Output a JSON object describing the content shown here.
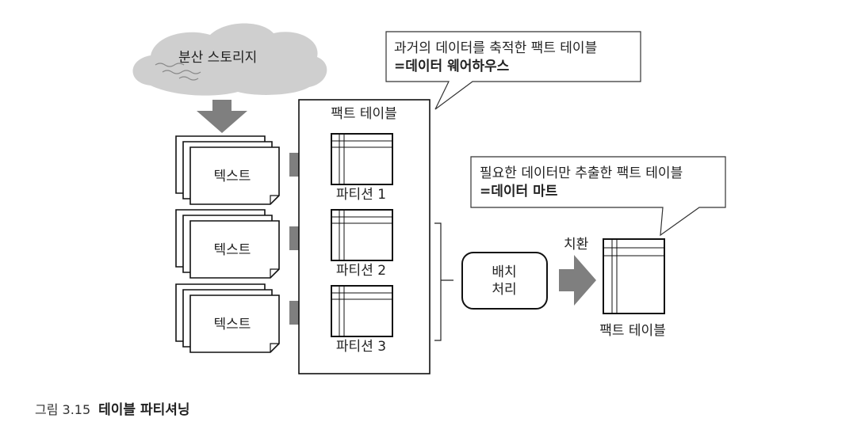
{
  "cloud_label": "분산 스토리지",
  "text_label": "텍스트",
  "fact_table_title": "팩트 테이블",
  "partitions": [
    "파티션 1",
    "파티션 2",
    "파티션 3"
  ],
  "batch_label": [
    "배치",
    "처리"
  ],
  "replace_label": "치환",
  "output_table_label": "팩트 테이블",
  "callout_warehouse": {
    "line1": "과거의 데이터를 축적한 팩트 테이블",
    "line2": "=데이터 웨어하우스"
  },
  "callout_mart": {
    "line1": "필요한 데이터만 추출한 팩트 테이블",
    "line2": "=데이터 마트"
  },
  "caption": {
    "prefix": "그림 3.15",
    "title": "테이블 파티셔닝"
  }
}
